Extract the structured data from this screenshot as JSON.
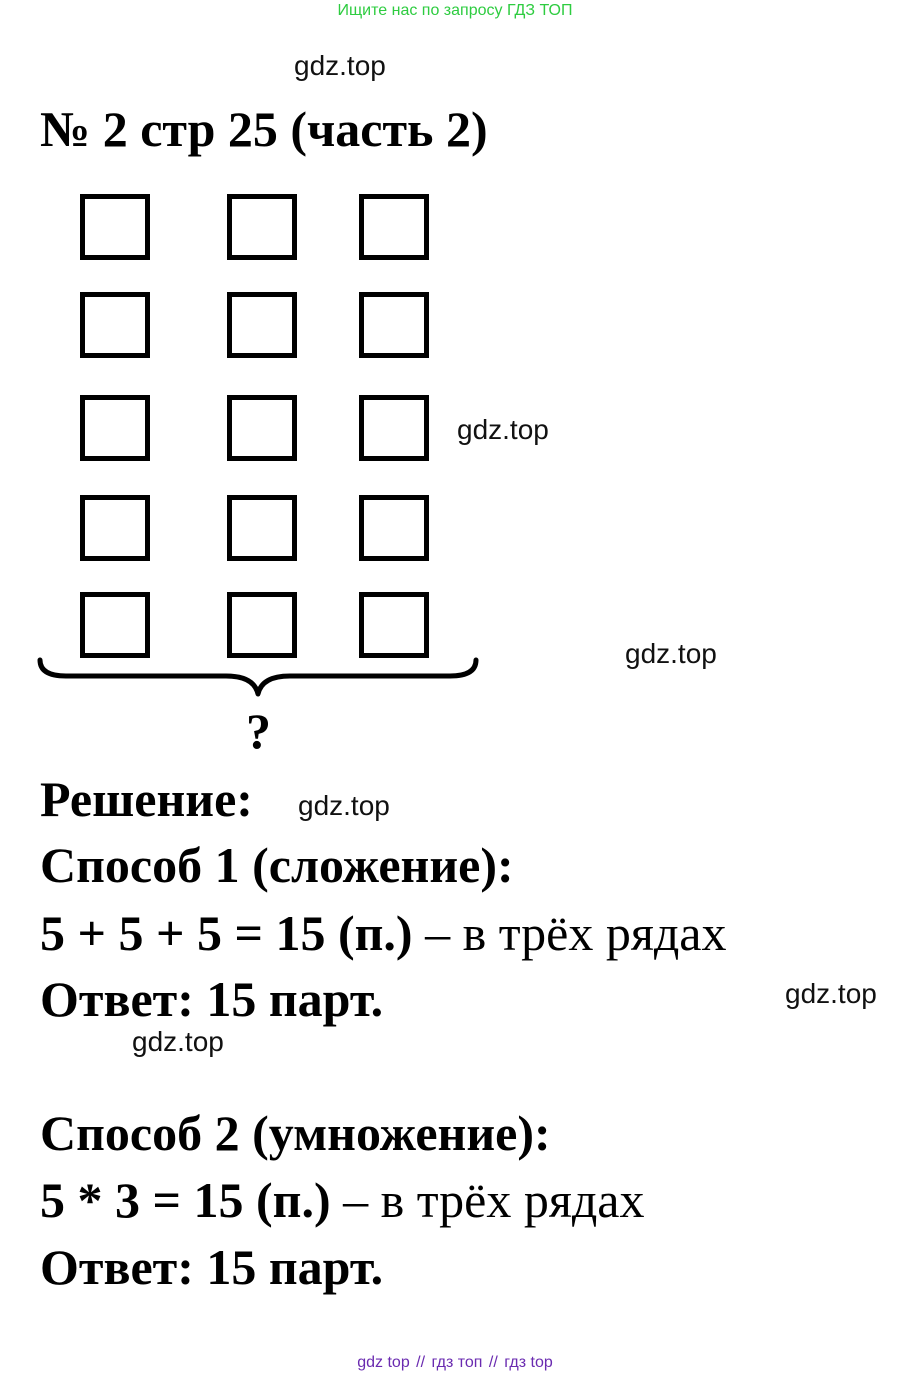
{
  "banner": {
    "text": "Ищите нас по запросу ГДЗ ТОП"
  },
  "watermarks": [
    "gdz.top",
    "gdz.top",
    "gdz.top",
    "gdz.top",
    "gdz.top",
    "gdz.top"
  ],
  "title": "№ 2 стр 25 (часть 2)",
  "figure": {
    "rows": 5,
    "columns": 3,
    "question_mark": "?"
  },
  "solution": {
    "heading": "Решение:",
    "method1": {
      "heading": "Способ 1 (сложение):",
      "equation": "5 + 5 + 5 = 15 (п.)",
      "note": " – в трёх рядах",
      "answer": "Ответ: 15 парт."
    },
    "method2": {
      "heading": "Способ 2 (умножение):",
      "equation": "5 * 3 = 15 (п.)",
      "note": " – в трёх рядах",
      "answer": "Ответ: 15 парт."
    }
  },
  "footer": {
    "links": [
      "gdz top",
      "гдз топ",
      "гдз top"
    ],
    "separator": "//"
  }
}
